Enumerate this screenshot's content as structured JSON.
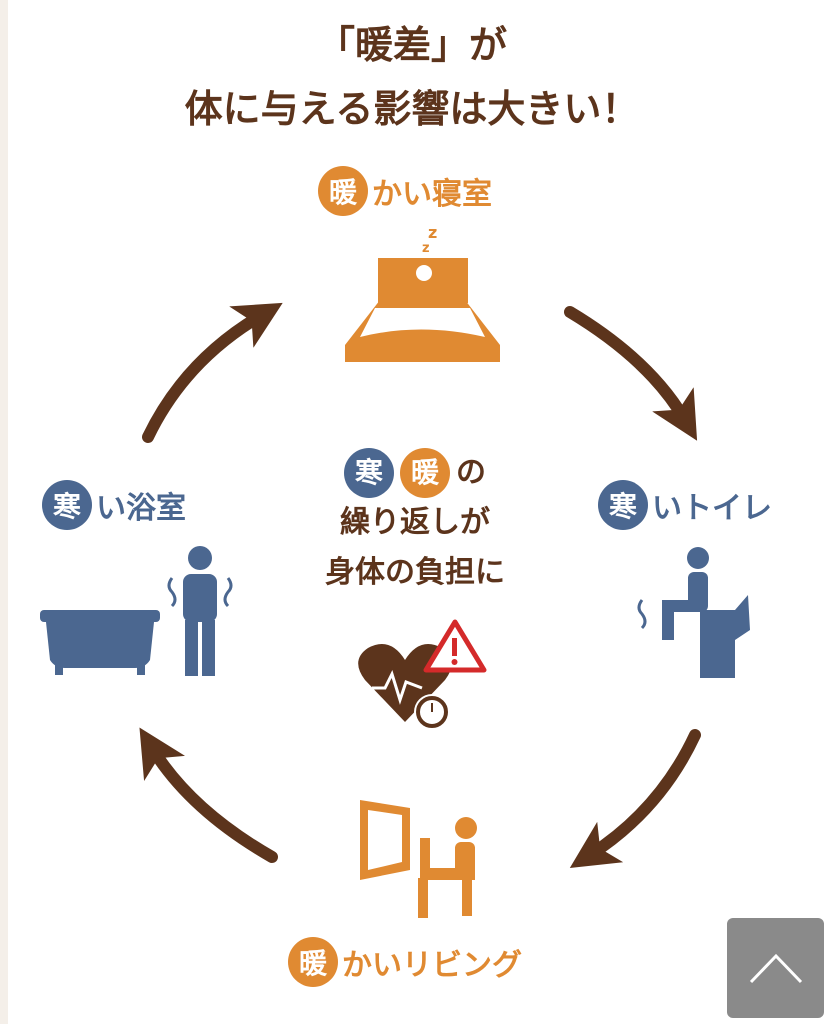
{
  "title": {
    "line1": "「暖差」が",
    "line2": "体に与える影響は大きい！"
  },
  "stages": [
    {
      "badge": "暖",
      "text": "かい寝室"
    },
    {
      "badge": "寒",
      "text": "いトイレ"
    },
    {
      "badge": "暖",
      "text": "かいリビング"
    },
    {
      "badge": "寒",
      "text": "い浴室"
    }
  ],
  "center": {
    "badge_cold": "寒",
    "badge_warm": "暖",
    "suffix": "の",
    "line2": "繰り返しが",
    "line3": "身体の負担に"
  },
  "sleep_z": "z",
  "colors": {
    "brown": "#5c341c",
    "orange": "#e08a32",
    "blue": "#4b6790",
    "alert": "#d42a2a"
  }
}
